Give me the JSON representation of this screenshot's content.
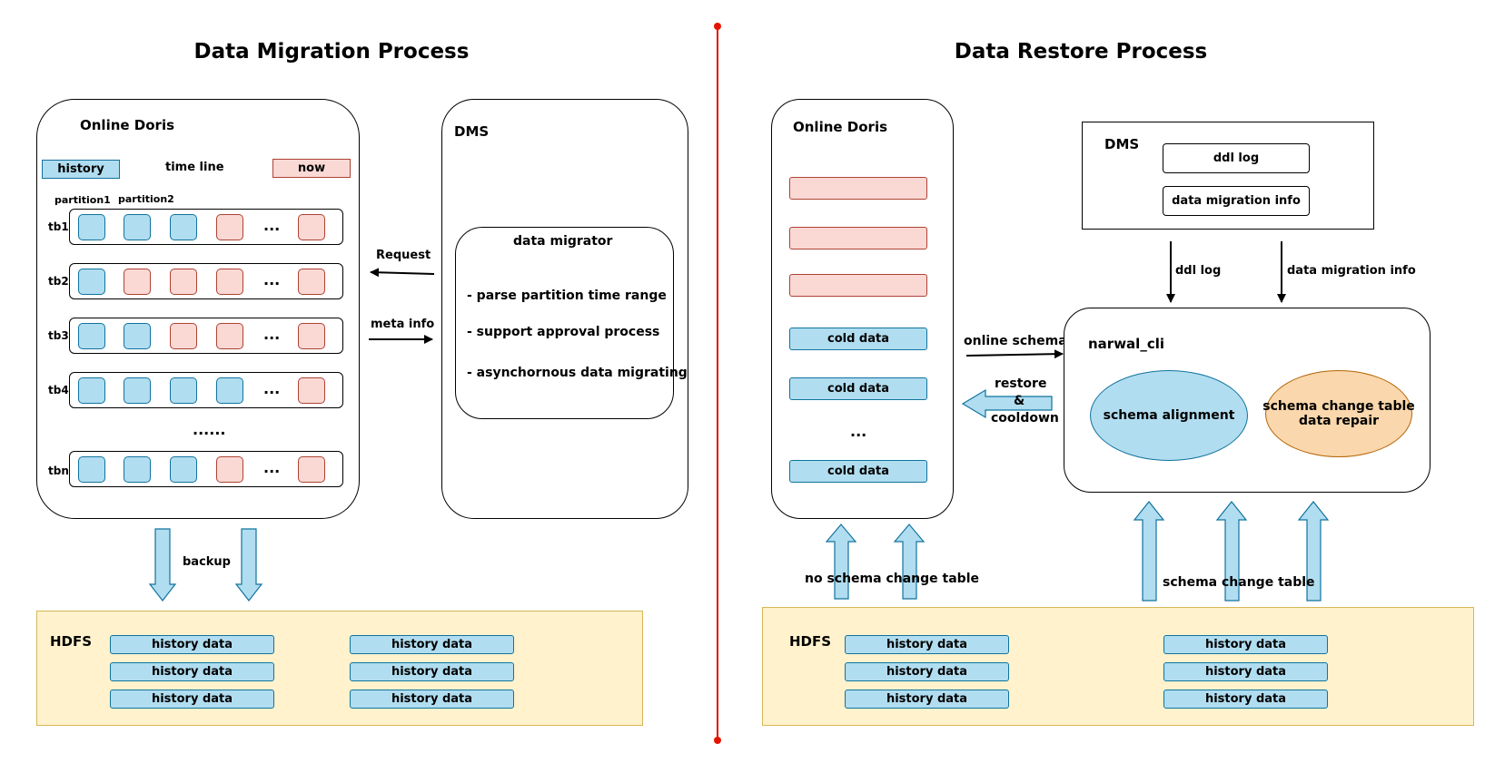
{
  "titles": {
    "left": "Data Migration Process",
    "right": "Data Restore Process"
  },
  "left": {
    "online_doris": "Online Doris",
    "history": "history",
    "time_line": "time line",
    "now": "now",
    "partition1": "partition1",
    "partition2": "partition2",
    "tables": [
      "tb1",
      "tb2",
      "tb3",
      "tb4",
      "tbn"
    ],
    "ellipsis": "...",
    "vertical_ellipsis": "......",
    "dms": "DMS",
    "migrator_title": "data migrator",
    "migrator_items": [
      "- parse partition time range",
      "- support approval process",
      "- asynchornous data migrating"
    ],
    "request": "Request",
    "meta_info": "meta info",
    "backup": "backup",
    "hdfs": "HDFS",
    "history_data": "history data"
  },
  "right": {
    "online_doris": "Online Doris",
    "cold_data": "cold data",
    "ellipsis": "...",
    "dms": "DMS",
    "ddl_log": "ddl log",
    "data_migration_info": "data migration info",
    "online_schema": "online schema",
    "restore_cooldown": [
      "restore",
      "&",
      "cooldown"
    ],
    "narwal_cli": "narwal_cli",
    "schema_alignment": "schema alignment",
    "schema_change_repair": [
      "schema change table",
      "data repair"
    ],
    "no_schema_change_table": "no schema change table",
    "schema_change_table": "schema change table",
    "hdfs": "HDFS",
    "history_data": "history data"
  },
  "colors": {
    "blue_fill": "#b1ddf0",
    "blue_stroke": "#10739e",
    "pink_fill": "#fad9d5",
    "pink_stroke": "#ae4132",
    "hdfs_fill": "#fff2cc",
    "hdfs_stroke": "#d6b656",
    "orange_fill": "#fad7ac",
    "orange_stroke": "#b46504",
    "divider": "#e51400"
  }
}
